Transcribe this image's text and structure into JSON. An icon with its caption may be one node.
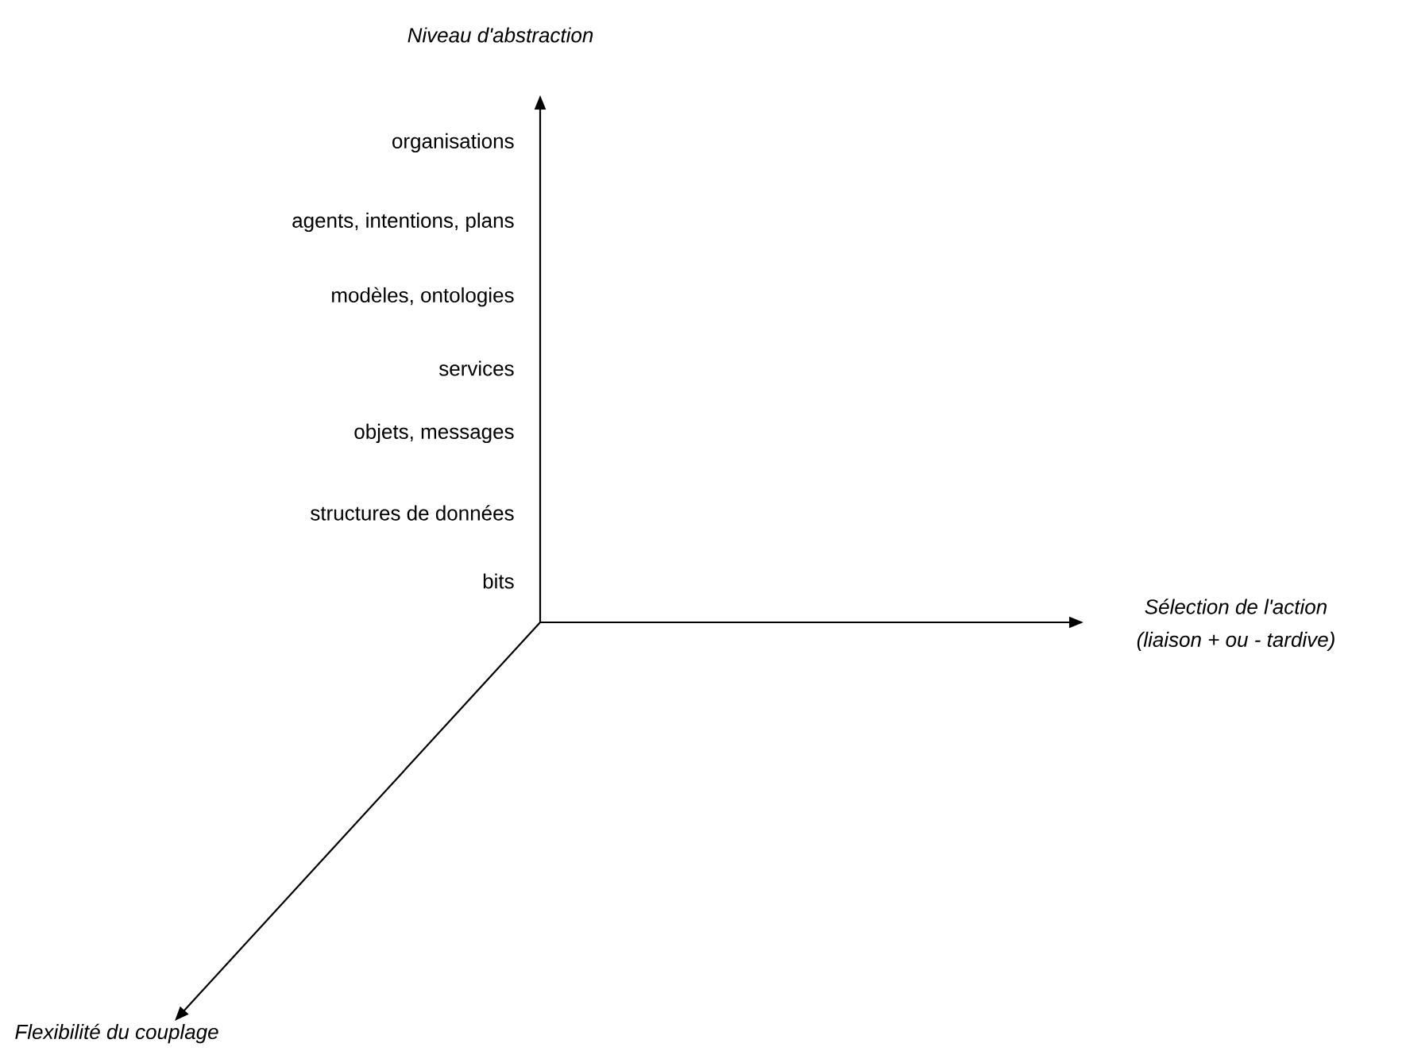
{
  "diagram": {
    "labels": [
      "Niveau d'abstraction",
      "organisations",
      "agents, intentions, plans",
      "modèles, ontologies",
      "services",
      "objets, messages",
      "structures de données",
      "bits",
      "Sélection de l'action",
      "(liaison + ou - tardive)",
      "Flexibilité du couplage"
    ]
  }
}
